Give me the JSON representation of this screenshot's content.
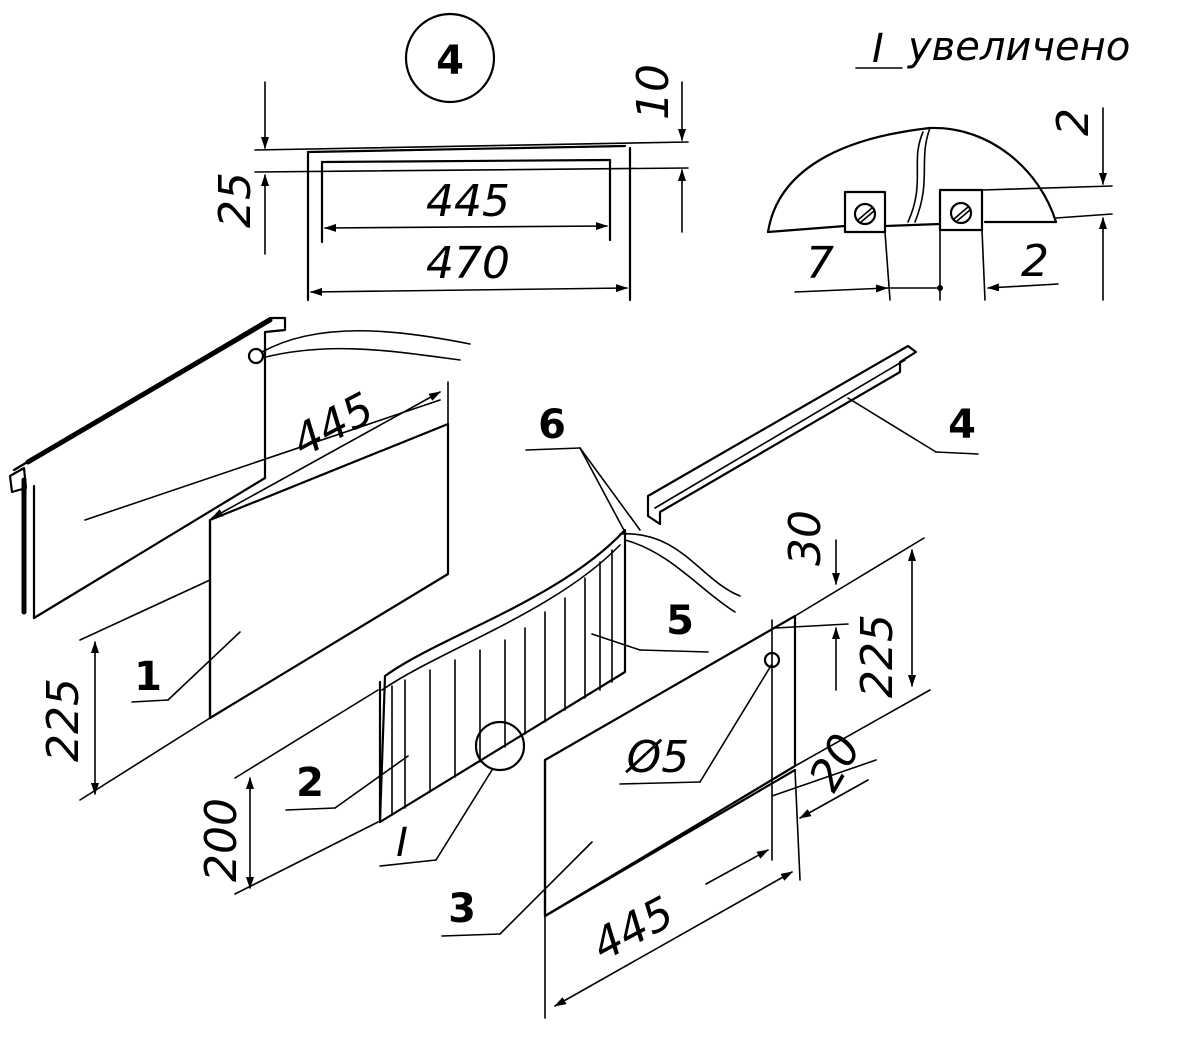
{
  "figure_number": "4",
  "detail_caption": {
    "roman": "I",
    "text": "увеличено"
  },
  "top_view": {
    "dim_inner": "445",
    "dim_outer": "470",
    "dim_height": "25",
    "dim_lip": "10"
  },
  "detail_view": {
    "dim_gap": "2",
    "dim_left": "7",
    "dim_right": "2"
  },
  "parts": {
    "p1": "1",
    "p2": "2",
    "p3": "3",
    "p4": "4",
    "p5": "5",
    "p6": "6"
  },
  "dims": {
    "d1_length": "445",
    "d1_height": "225",
    "d2_height": "200",
    "d2_detail": "I",
    "d3_length": "445",
    "d3_height": "225",
    "d3_offset": "30",
    "d3_hole": "Ø5",
    "d3_margin": "20"
  }
}
